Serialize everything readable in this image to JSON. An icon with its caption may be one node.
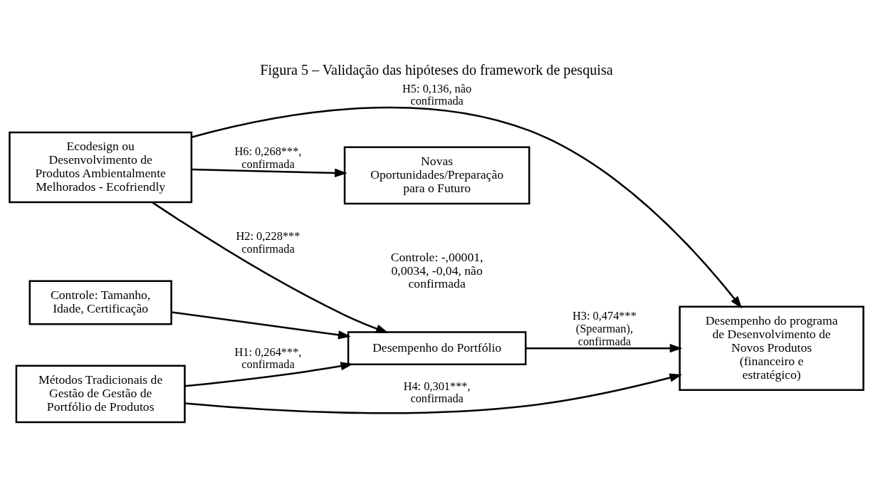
{
  "diagram": {
    "title": "Figura 5 – Validação das hipóteses do framework de pesquisa",
    "nodes": [
      {
        "text": [
          "Métodos Tradicionais de Gestão de Gestão de Portfólio de Produtos"
        ]
      },
      {
        "text": [
          "Controle: Tamanho, Idade, Certificação"
        ]
      },
      {
        "text": [
          "Ecodesign ou Desenvolvimento de Produtos Ambientalmente Melhorados - Ecofriendly"
        ]
      },
      {
        "text": [
          "Desempenho do Portfólio"
        ]
      },
      {
        "text": [
          "Desempenho do programa de Desenvolvimento de Novos Produtos (financeiro e estratégico)"
        ]
      },
      {
        "text": [
          "Novas Oportunidades/Preparação para o Futuro"
        ]
      }
    ],
    "edges": [
      {
        "from": 0,
        "to": 4,
        "arrow": "to",
        "label": "H4: 0,301***, confirmada"
      },
      {
        "from": 0,
        "to": 3,
        "arrow": "to",
        "label": "H1: 0,264***, confirmada"
      },
      {
        "from": 1,
        "to": 3,
        "arrow": "to"
      },
      {
        "from": 2,
        "to": 3,
        "arrow": "to",
        "label": "H2: 0,228*** confirmada"
      },
      {
        "from": 3,
        "to": 4,
        "arrow": "to",
        "label": "H3: 0,474*** (Spearman), confirmada"
      },
      {
        "from": 2,
        "to": 4,
        "arrow": "to",
        "label": "H5: 0,136, não confirmada"
      },
      {
        "from": 2,
        "to": 5,
        "arrow": "to",
        "label": "H6: 0,268***, confirmada"
      }
    ],
    "labels": [
      "Controle: -,00001, 0,0034, -0,04, não confirmada"
    ]
  }
}
